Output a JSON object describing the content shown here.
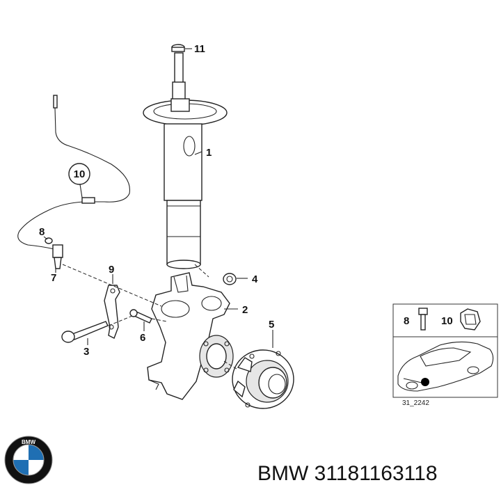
{
  "callouts": {
    "c1": "1",
    "c2": "2",
    "c3": "3",
    "c4": "4",
    "c5": "5",
    "c6": "6",
    "c7": "7",
    "c8": "8",
    "c9": "9",
    "c10": "10",
    "c11": "11"
  },
  "inset": {
    "label_8": "8",
    "label_10": "10",
    "code": "31_2242"
  },
  "logo": {
    "letters": "BMW",
    "colors": {
      "ring": "#111111",
      "blue": "#1f6fb3",
      "white": "#ffffff"
    }
  },
  "footer": {
    "part_text": "BMW 31181163118"
  }
}
